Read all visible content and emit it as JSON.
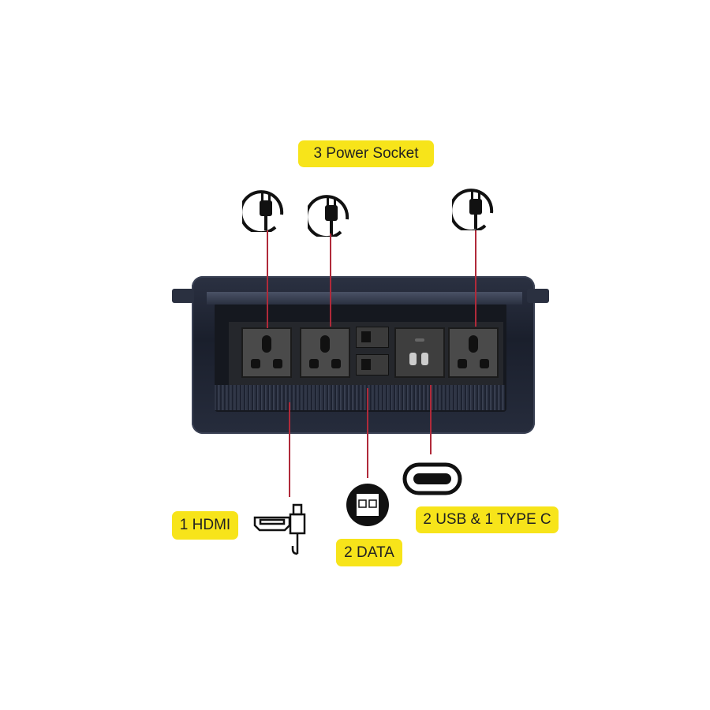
{
  "labels": {
    "power": "3  Power Socket",
    "hdmi": "1 HDMI",
    "data": "2 DATA",
    "usb": "2 USB & 1 TYPE C"
  },
  "colors": {
    "label_bg": "#f7e41a",
    "leader_line": "#b02a3a",
    "device": "#1e2333"
  },
  "icons": [
    "power-plug-icon",
    "power-plug-icon",
    "power-plug-icon",
    "hdmi-cable-icon",
    "ethernet-port-icon",
    "usb-c-port-icon"
  ]
}
